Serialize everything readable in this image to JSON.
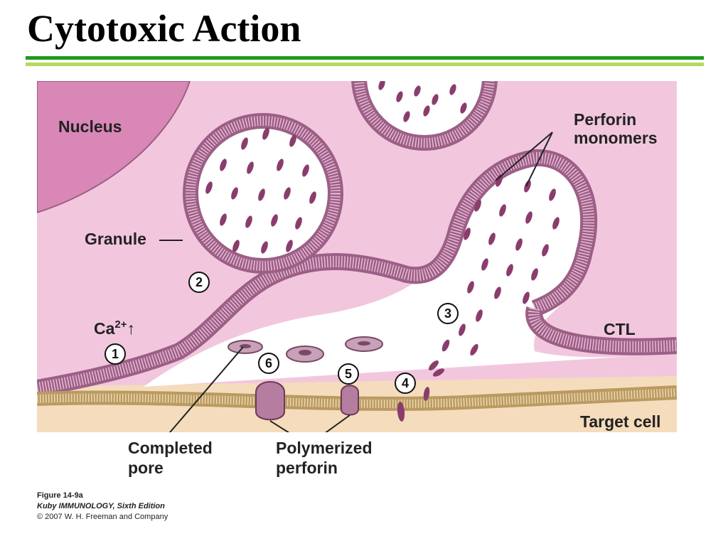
{
  "slide": {
    "title": "Cytotoxic Action"
  },
  "figure": {
    "labels": {
      "nucleus": "Nucleus",
      "perforin_line1": "Perforin",
      "perforin_line2": "monomers",
      "granule": "Granule",
      "ctl": "CTL",
      "target_cell": "Target cell",
      "completed_line1": "Completed",
      "completed_line2": "pore",
      "polymerized_line1": "Polymerized",
      "polymerized_line2": "perforin"
    },
    "calcium": {
      "symbol": "Ca",
      "charge": "2+",
      "arrow": "↑"
    },
    "steps": [
      "1",
      "2",
      "3",
      "4",
      "5",
      "6"
    ],
    "colors": {
      "cytoplasm": "#f2c7de",
      "nucleus": "#d987b6",
      "membrane": "#9c5f86",
      "perforin": "#8a3d6d",
      "target": "#f5dcbc",
      "target_membrane": "#b99a62"
    }
  },
  "caption": {
    "figure_id": "Figure 14-9a",
    "book": "Kuby IMMUNOLOGY, Sixth Edition",
    "copyright": "© 2007 W. H. Freeman and Company"
  }
}
